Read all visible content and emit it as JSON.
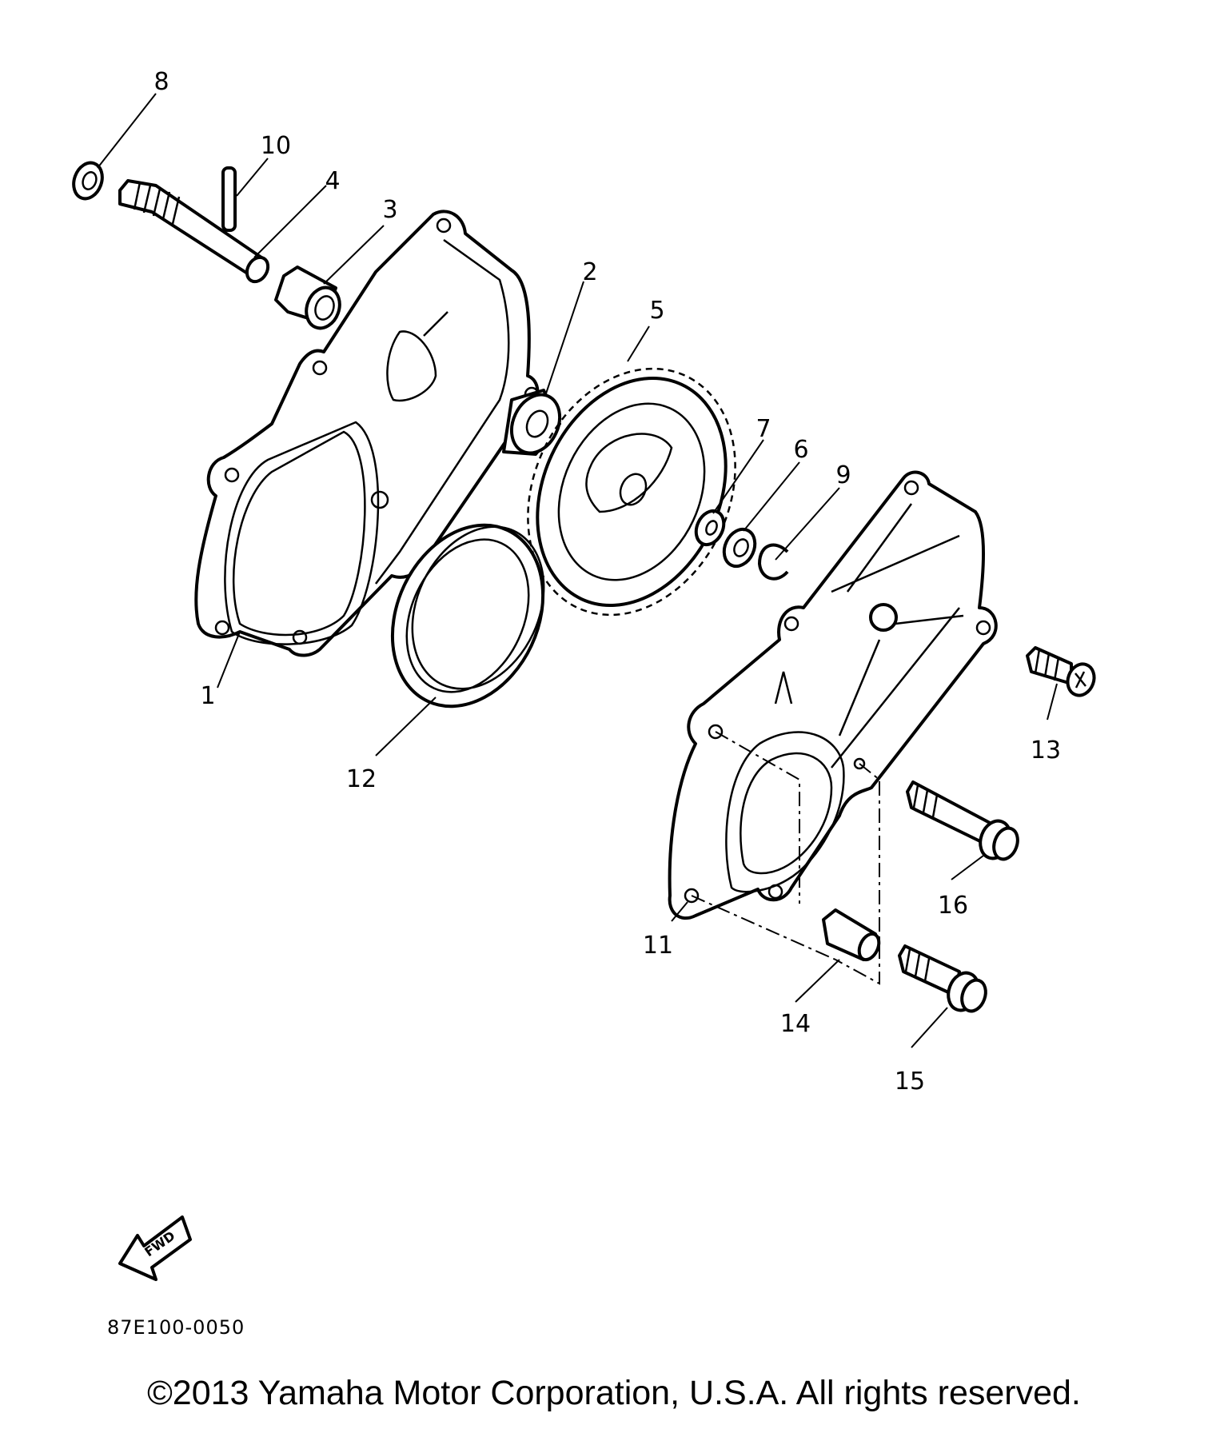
{
  "diagram": {
    "parts": [
      {
        "number": "1"
      },
      {
        "number": "2"
      },
      {
        "number": "3"
      },
      {
        "number": "4"
      },
      {
        "number": "5"
      },
      {
        "number": "6"
      },
      {
        "number": "7"
      },
      {
        "number": "8"
      },
      {
        "number": "9"
      },
      {
        "number": "10"
      },
      {
        "number": "11"
      },
      {
        "number": "12"
      },
      {
        "number": "13"
      },
      {
        "number": "14"
      },
      {
        "number": "15"
      },
      {
        "number": "16"
      }
    ],
    "fwd_label": "FWD",
    "drawing_code": "87E100-0050"
  },
  "footer": {
    "copyright": "©2013 Yamaha Motor Corporation, U.S.A. All rights reserved."
  }
}
